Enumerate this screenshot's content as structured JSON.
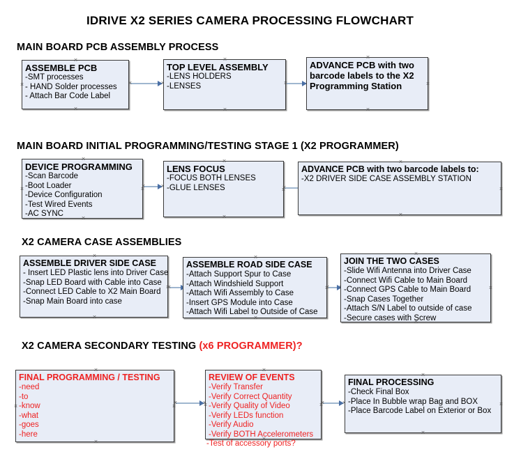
{
  "document": {
    "title": "IDRIVE X2  SERIES CAMERA PROCESSING FLOWCHART"
  },
  "colors": {
    "box_fill": "#e8edf7",
    "box_border": "#3a3a3a",
    "connector": "#9fb6cf",
    "arrow_head": "#4a6fa5",
    "accent_red": "#ee2222",
    "text": "#000000"
  },
  "sections": [
    {
      "id": "main-board-pcb-assembly-process",
      "heading": "MAIN BOARD PCB ASSEMBLY PROCESS",
      "heading_suffix": "",
      "boxes": [
        {
          "id": "assemble-pcb",
          "title": "ASSEMBLE PCB",
          "title_red": false,
          "lines": [
            "-SMT processes",
            "- HAND Solder processes",
            "- Attach Bar Code Label"
          ]
        },
        {
          "id": "top-level-assembly",
          "title": "TOP LEVEL ASSEMBLY",
          "title_red": false,
          "lines": [
            "-LENS HOLDERS",
            "-LENSES"
          ]
        },
        {
          "id": "advance-pcb-to-x2-programming-station",
          "title": "ADVANCE PCB with two barcode labels to the  X2 Programming Station",
          "title_red": false,
          "lines": []
        }
      ]
    },
    {
      "id": "main-board-initial-programming",
      "heading": "MAIN BOARD INITIAL PROGRAMMING/TESTING STAGE 1 (X2 PROGRAMMER)",
      "heading_suffix": "",
      "boxes": [
        {
          "id": "device-programming",
          "title": "DEVICE PROGRAMMING",
          "title_red": false,
          "lines": [
            "-Scan Barcode",
            "-Boot Loader",
            "-Device Configuration",
            "-Test Wired Events",
            "-AC SYNC"
          ]
        },
        {
          "id": "lens-focus",
          "title": "LENS FOCUS",
          "title_red": false,
          "lines": [
            "-FOCUS BOTH LENSES",
            "-GLUE LENSES"
          ]
        },
        {
          "id": "advance-pcb-to-driver-side-case-station",
          "title": "ADVANCE PCB with two barcode labels to:",
          "title_red": false,
          "lines": [
            "-X2 DRIVER  SIDE  CASE  ASSEMBLY STATION"
          ]
        }
      ]
    },
    {
      "id": "x2-camera-case-assemblies",
      "heading": "X2 CAMERA CASE ASSEMBLIES",
      "heading_suffix": "",
      "boxes": [
        {
          "id": "assemble-driver-side-case",
          "title": "ASSEMBLE DRIVER SIDE CASE",
          "title_red": false,
          "lines": [
            "- Insert LED Plastic lens into Driver Case",
            "-Snap LED Board with Cable into Case",
            "-Connect LED Cable to X2 Main Board",
            "-Snap Main Board into case"
          ]
        },
        {
          "id": "assemble-road-side-case",
          "title": "ASSEMBLE ROAD SIDE CASE",
          "title_red": false,
          "lines": [
            "-Attach Support Spur to Case",
            "-Attach Windshield Support",
            "-Attach Wifi Assembly to Case",
            "-Insert GPS Module into Case",
            "-Attach Wifi Label to Outside of Case"
          ]
        },
        {
          "id": "join-the-two-cases",
          "title": "JOIN THE TWO CASES",
          "title_red": false,
          "lines": [
            "-Slide Wifi Antenna into Driver Case",
            "-Connect Wifi Cable to Main Board",
            "-Connect GPS Cable to Main Board",
            "-Snap Cases Together",
            "-Attach S/N Label to outside of case",
            "-Secure cases with Screw"
          ]
        }
      ]
    },
    {
      "id": "x2-camera-secondary-testing",
      "heading": "X2 CAMERA SECONDARY TESTING ",
      "heading_suffix": "(x6 PROGRAMMER)?",
      "boxes": [
        {
          "id": "final-programming-testing",
          "title": "FINAL PROGRAMMING / TESTING",
          "title_red": true,
          "lines": [
            "-need",
            "-to",
            "-know",
            "-what",
            "-goes",
            "-here"
          ]
        },
        {
          "id": "review-of-events",
          "title": "REVIEW OF EVENTS",
          "title_red": true,
          "lines": [
            "-Verify Transfer",
            "-Verify Correct Quantity",
            "-Verify Quality of Video",
            "-Verify LEDs function",
            "-Verify Audio",
            "-Verify BOTH Accelerometers"
          ],
          "overflow_line": "-Test of accessory ports?"
        },
        {
          "id": "final-processing",
          "title": "FINAL PROCESSING",
          "title_red": false,
          "lines": [
            "-Check Final Box",
            "-Place In Bubble wrap Bag and BOX",
            "-Place Barcode Label on Exterior or Box"
          ]
        }
      ]
    }
  ]
}
